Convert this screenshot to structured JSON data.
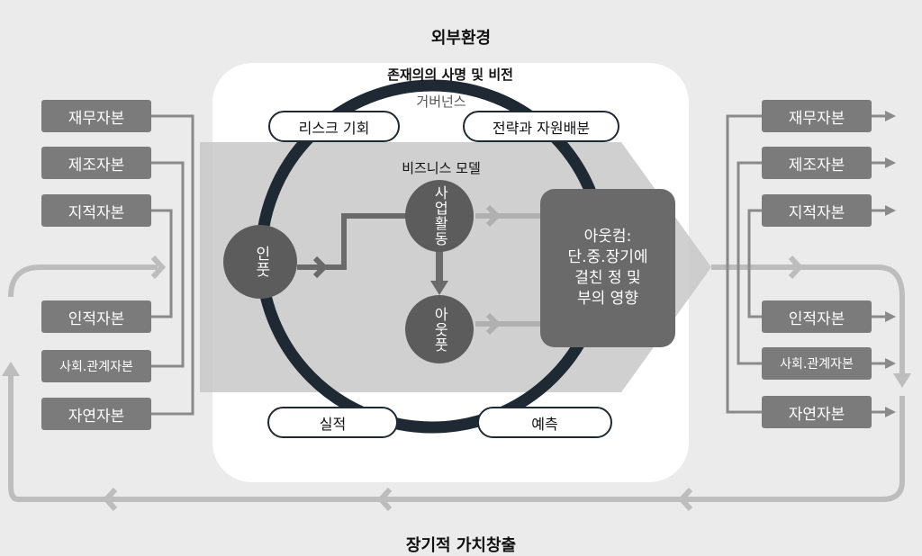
{
  "diagram": {
    "external_env": "외부환경",
    "mission_vision": "존재의의 사명 및 비전",
    "governance": "거버넌스",
    "business_model": "비즈니스 모델",
    "long_term_value": "장기적 가치창출",
    "risk_opportunity": "리스크 기회",
    "strategy_resources": "전략과 자원배분",
    "performance": "실적",
    "forecast": "예측",
    "input": "인풋",
    "business_activity": "사업활동",
    "output": "아웃풋",
    "outcome": "아웃컴:\n단.중.장기에\n걸친 정 및\n부의 영향",
    "left_capitals": [
      "재무자본",
      "제조자본",
      "지적자본",
      "인적자본",
      "사회.관계자본",
      "자연자본"
    ],
    "right_capitals": [
      "재무자본",
      "제조자본",
      "지적자본",
      "인적자본",
      "사회.관계자본",
      "자연자본"
    ]
  },
  "colors": {
    "background": "#ebebeb",
    "capital_box": "#7b7b7b",
    "flow_band": "#c8c8c8",
    "ring": "#1f2933",
    "node": "#5c5c5c",
    "outcome_box": "#6a6a6a"
  }
}
